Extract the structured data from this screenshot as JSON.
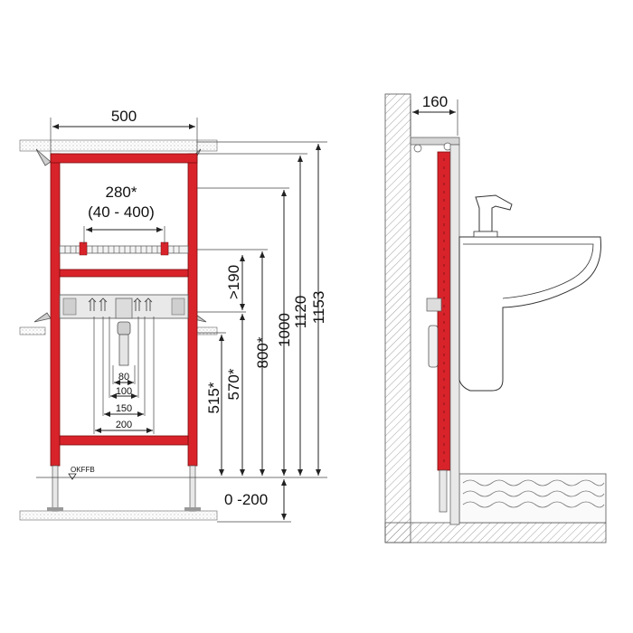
{
  "front_view": {
    "dims": {
      "width": "500",
      "spacing_main": "280*",
      "spacing_range": "(40 - 400)",
      "min_height": ">190",
      "h_515": "515*",
      "h_570": "570*",
      "h_800": "800*",
      "h_1000": "1000",
      "h_1120": "1120",
      "h_1153": "1153",
      "floor_range": "0 -200",
      "w_80": "80",
      "w_100": "100",
      "w_150": "150",
      "w_200": "200"
    },
    "floor_label": "OKFFB"
  },
  "side_view": {
    "dims": {
      "depth": "160"
    }
  },
  "colors": {
    "frame_red": "#d8232a",
    "frame_dark": "#7a0d10",
    "line": "#222222",
    "hatch": "#888888"
  }
}
